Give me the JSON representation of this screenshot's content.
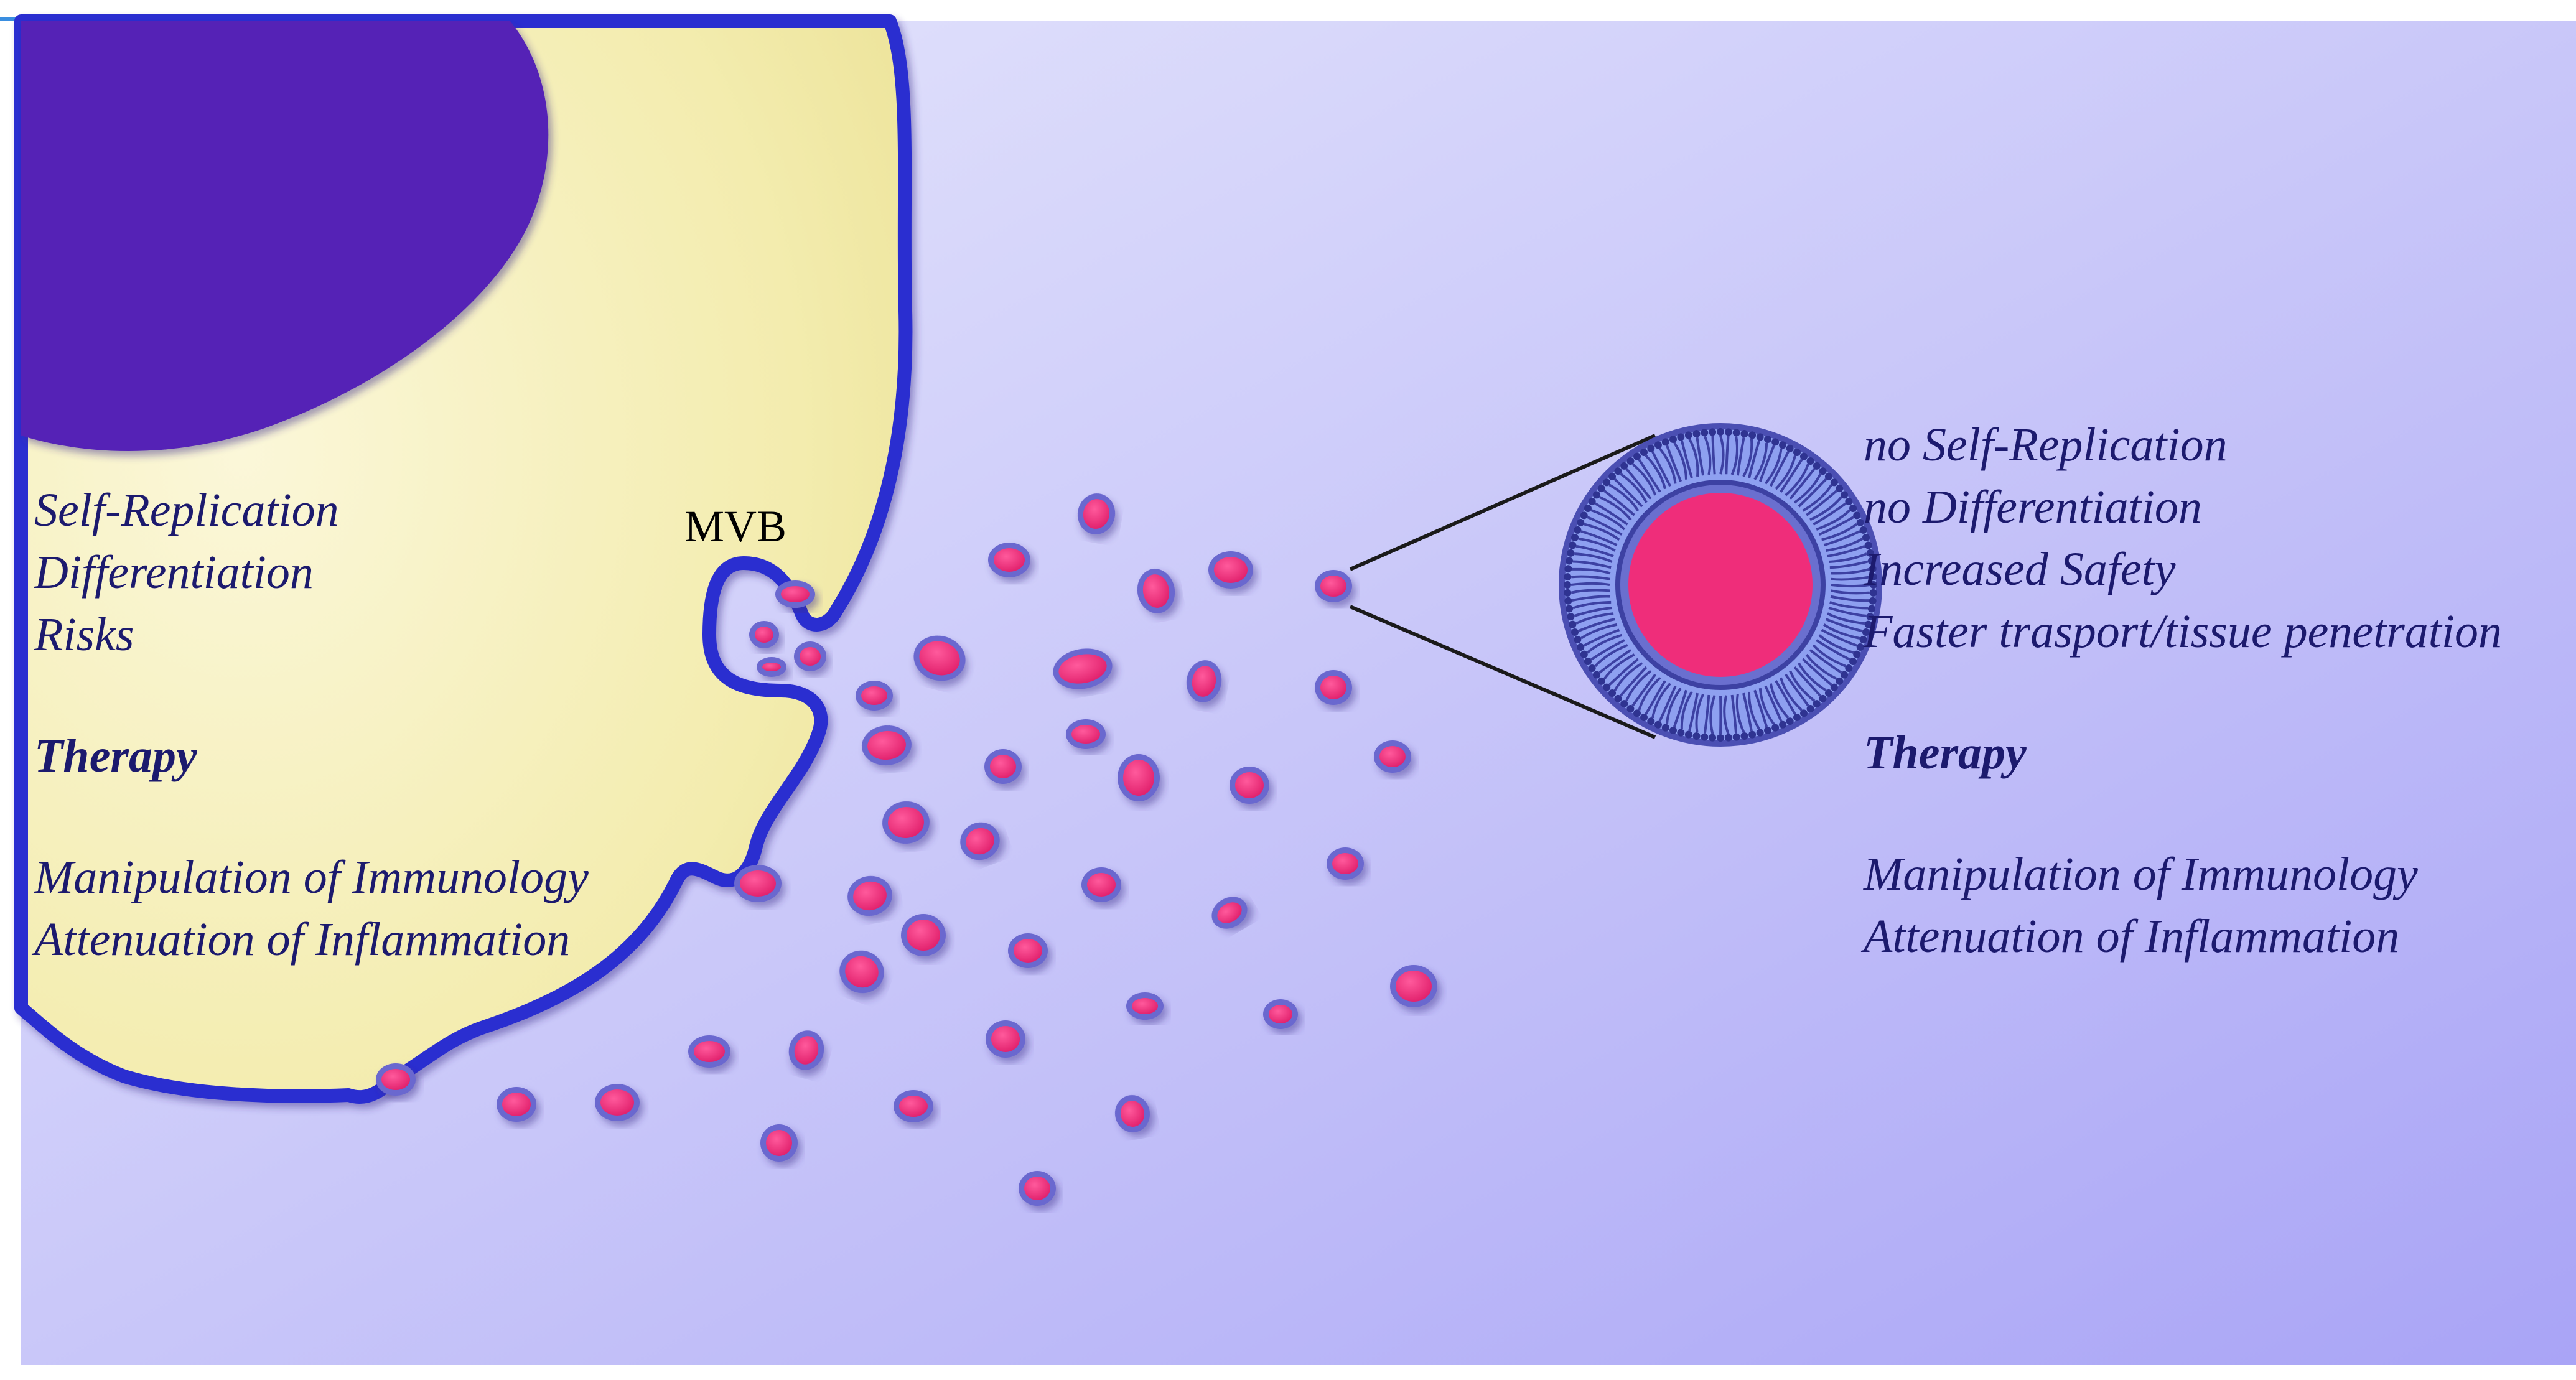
{
  "colors": {
    "background_start": "#e4e5fb",
    "background_end": "#a9a4f6",
    "cell_fill": "#f3ecae",
    "cell_membrane": "#2a2fd0",
    "nucleus": "#5420b6",
    "vesicle_fill": "#ef2d7a",
    "vesicle_rim": "#6a67cf",
    "text": "#1c1a6e"
  },
  "cell": {
    "mvb_label": "MVB",
    "properties": [
      "Self-Replication",
      "Differentiation",
      "Risks"
    ],
    "therapy_heading": "Therapy",
    "therapy_items": [
      "Manipulation of Immunology",
      "Attenuation of Inflammation"
    ]
  },
  "vesicle": {
    "properties": [
      "no Self-Replication",
      "no Differentiation",
      "Increased Safety",
      "Faster trasport/tissue penetration"
    ],
    "therapy_heading": "Therapy",
    "therapy_items": [
      "Manipulation of Immunology",
      "Attenuation of Inflammation"
    ]
  }
}
